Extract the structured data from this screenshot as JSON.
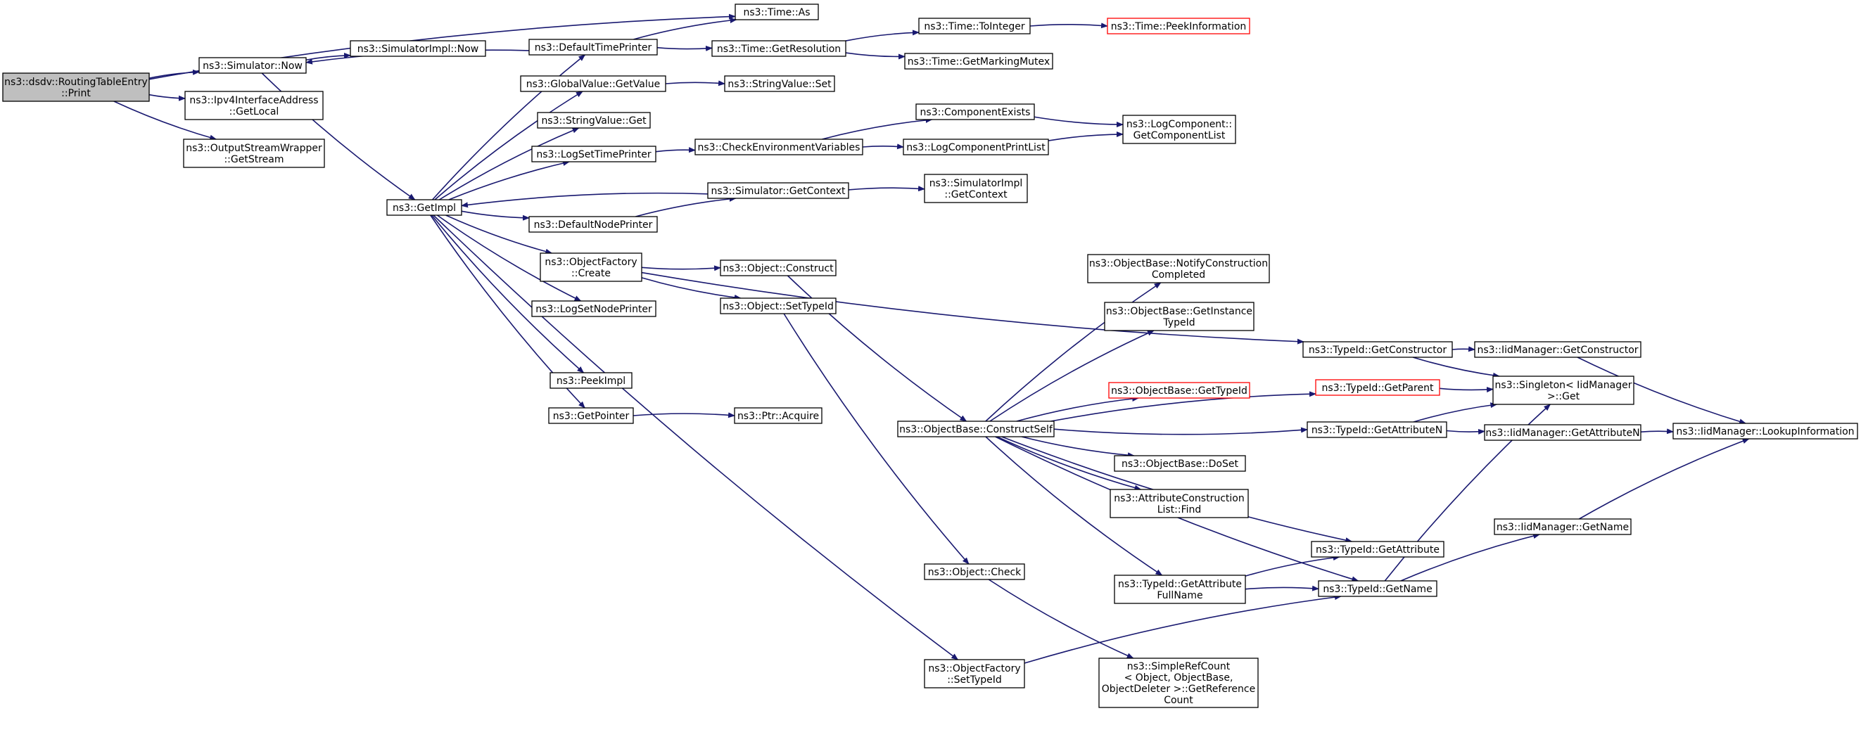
{
  "colors": {
    "edge": "#191970",
    "node_border": "#000000",
    "root_fill": "#bfbfbf",
    "highlight_border": "#ff0000"
  },
  "nodes": [
    {
      "id": "root",
      "lines": [
        "ns3::dsdv::RoutingTableEntry",
        "::Print"
      ],
      "style": "root"
    },
    {
      "id": "sim_now",
      "lines": [
        "ns3::Simulator::Now"
      ],
      "style": "normal"
    },
    {
      "id": "ipv4_getlocal",
      "lines": [
        "ns3::Ipv4InterfaceAddress",
        "::GetLocal"
      ],
      "style": "normal"
    },
    {
      "id": "osw_getstream",
      "lines": [
        "ns3::OutputStreamWrapper",
        "::GetStream"
      ],
      "style": "normal"
    },
    {
      "id": "simimpl_now",
      "lines": [
        "ns3::SimulatorImpl::Now"
      ],
      "style": "normal"
    },
    {
      "id": "getimpl",
      "lines": [
        "ns3::GetImpl"
      ],
      "style": "normal"
    },
    {
      "id": "time_as",
      "lines": [
        "ns3::Time::As"
      ],
      "style": "normal"
    },
    {
      "id": "default_time_printer",
      "lines": [
        "ns3::DefaultTimePrinter"
      ],
      "style": "normal"
    },
    {
      "id": "globalvalue_getvalue",
      "lines": [
        "ns3::GlobalValue::GetValue"
      ],
      "style": "normal"
    },
    {
      "id": "stringvalue_get",
      "lines": [
        "ns3::StringValue::Get"
      ],
      "style": "normal"
    },
    {
      "id": "logsettimeprinter",
      "lines": [
        "ns3::LogSetTimePrinter"
      ],
      "style": "normal"
    },
    {
      "id": "default_node_printer",
      "lines": [
        "ns3::DefaultNodePrinter"
      ],
      "style": "normal"
    },
    {
      "id": "objectfactory_create",
      "lines": [
        "ns3::ObjectFactory",
        "::Create"
      ],
      "style": "normal"
    },
    {
      "id": "logsetnodeprinter",
      "lines": [
        "ns3::LogSetNodePrinter"
      ],
      "style": "normal"
    },
    {
      "id": "peekimpl",
      "lines": [
        "ns3::PeekImpl"
      ],
      "style": "normal"
    },
    {
      "id": "getpointer",
      "lines": [
        "ns3::GetPointer"
      ],
      "style": "normal"
    },
    {
      "id": "time_getresolution",
      "lines": [
        "ns3::Time::GetResolution"
      ],
      "style": "normal"
    },
    {
      "id": "stringvalue_set",
      "lines": [
        "ns3::StringValue::Set"
      ],
      "style": "normal"
    },
    {
      "id": "check_env_vars",
      "lines": [
        "ns3::CheckEnvironmentVariables"
      ],
      "style": "normal"
    },
    {
      "id": "sim_getcontext",
      "lines": [
        "ns3::Simulator::GetContext"
      ],
      "style": "normal"
    },
    {
      "id": "object_construct",
      "lines": [
        "ns3::Object::Construct"
      ],
      "style": "normal"
    },
    {
      "id": "object_settypeid",
      "lines": [
        "ns3::Object::SetTypeId"
      ],
      "style": "normal"
    },
    {
      "id": "ptr_acquire",
      "lines": [
        "ns3::Ptr::Acquire"
      ],
      "style": "normal"
    },
    {
      "id": "time_tointeger",
      "lines": [
        "ns3::Time::ToInteger"
      ],
      "style": "normal"
    },
    {
      "id": "time_getmarkingmutex",
      "lines": [
        "ns3::Time::GetMarkingMutex"
      ],
      "style": "normal"
    },
    {
      "id": "componentexists",
      "lines": [
        "ns3::ComponentExists"
      ],
      "style": "normal"
    },
    {
      "id": "logcomponentprintlist",
      "lines": [
        "ns3::LogComponentPrintList"
      ],
      "style": "normal"
    },
    {
      "id": "simimpl_getcontext",
      "lines": [
        "ns3::SimulatorImpl",
        "::GetContext"
      ],
      "style": "normal"
    },
    {
      "id": "objectbase_constructself",
      "lines": [
        "ns3::ObjectBase::ConstructSelf"
      ],
      "style": "normal"
    },
    {
      "id": "object_check",
      "lines": [
        "ns3::Object::Check"
      ],
      "style": "normal"
    },
    {
      "id": "objectfactory_settypeid",
      "lines": [
        "ns3::ObjectFactory",
        "::SetTypeId"
      ],
      "style": "normal"
    },
    {
      "id": "time_peekinformation",
      "lines": [
        "ns3::Time::PeekInformation"
      ],
      "style": "highlight"
    },
    {
      "id": "logcomponent_getcomponentlist",
      "lines": [
        "ns3::LogComponent::",
        "GetComponentList"
      ],
      "style": "normal"
    },
    {
      "id": "objectbase_notifyconstruction",
      "lines": [
        "ns3::ObjectBase::NotifyConstruction",
        "Completed"
      ],
      "style": "normal"
    },
    {
      "id": "objectbase_getinstancetypeid",
      "lines": [
        "ns3::ObjectBase::GetInstance",
        "TypeId"
      ],
      "style": "normal"
    },
    {
      "id": "objectbase_gettypeid",
      "lines": [
        "ns3::ObjectBase::GetTypeId"
      ],
      "style": "highlight"
    },
    {
      "id": "objectbase_doset",
      "lines": [
        "ns3::ObjectBase::DoSet"
      ],
      "style": "normal"
    },
    {
      "id": "attrconstructionlist_find",
      "lines": [
        "ns3::AttributeConstruction",
        "List::Find"
      ],
      "style": "normal"
    },
    {
      "id": "typeid_getattributefullname",
      "lines": [
        "ns3::TypeId::GetAttribute",
        "FullName"
      ],
      "style": "normal"
    },
    {
      "id": "simplerefcount_getreferencecount",
      "lines": [
        "ns3::SimpleRefCount",
        "< Object, ObjectBase,",
        " ObjectDeleter >::GetReference",
        "Count"
      ],
      "style": "normal"
    },
    {
      "id": "typeid_getconstructor",
      "lines": [
        "ns3::TypeId::GetConstructor"
      ],
      "style": "normal"
    },
    {
      "id": "typeid_getparent",
      "lines": [
        "ns3::TypeId::GetParent"
      ],
      "style": "highlight"
    },
    {
      "id": "typeid_getattributen",
      "lines": [
        "ns3::TypeId::GetAttributeN"
      ],
      "style": "normal"
    },
    {
      "id": "typeid_getattribute",
      "lines": [
        "ns3::TypeId::GetAttribute"
      ],
      "style": "normal"
    },
    {
      "id": "typeid_getname",
      "lines": [
        "ns3::TypeId::GetName"
      ],
      "style": "normal"
    },
    {
      "id": "iidmanager_getconstructor",
      "lines": [
        "ns3::IidManager::GetConstructor"
      ],
      "style": "normal"
    },
    {
      "id": "singleton_get",
      "lines": [
        "ns3::Singleton< IidManager",
        " >::Get"
      ],
      "style": "normal"
    },
    {
      "id": "iidmanager_getattributen",
      "lines": [
        "ns3::IidManager::GetAttributeN"
      ],
      "style": "normal"
    },
    {
      "id": "iidmanager_getname",
      "lines": [
        "ns3::IidManager::GetName"
      ],
      "style": "normal"
    },
    {
      "id": "iidmanager_lookupinformation",
      "lines": [
        "ns3::IidManager::LookupInformation"
      ],
      "style": "normal"
    }
  ],
  "edges": [
    [
      "root",
      "sim_now"
    ],
    [
      "root",
      "ipv4_getlocal"
    ],
    [
      "root",
      "osw_getstream"
    ],
    [
      "root",
      "time_as"
    ],
    [
      "sim_now",
      "simimpl_now"
    ],
    [
      "sim_now",
      "getimpl"
    ],
    [
      "default_time_printer",
      "sim_now"
    ],
    [
      "default_time_printer",
      "time_as"
    ],
    [
      "default_time_printer",
      "time_getresolution"
    ],
    [
      "getimpl",
      "default_time_printer"
    ],
    [
      "getimpl",
      "globalvalue_getvalue"
    ],
    [
      "getimpl",
      "stringvalue_get"
    ],
    [
      "getimpl",
      "logsettimeprinter"
    ],
    [
      "getimpl",
      "default_node_printer"
    ],
    [
      "getimpl",
      "objectfactory_create"
    ],
    [
      "getimpl",
      "logsetnodeprinter"
    ],
    [
      "getimpl",
      "peekimpl"
    ],
    [
      "getimpl",
      "getpointer"
    ],
    [
      "getimpl",
      "objectfactory_settypeid"
    ],
    [
      "globalvalue_getvalue",
      "stringvalue_set"
    ],
    [
      "logsettimeprinter",
      "check_env_vars"
    ],
    [
      "default_node_printer",
      "sim_getcontext"
    ],
    [
      "sim_getcontext",
      "getimpl"
    ],
    [
      "sim_getcontext",
      "simimpl_getcontext"
    ],
    [
      "objectfactory_create",
      "object_construct"
    ],
    [
      "objectfactory_create",
      "object_settypeid"
    ],
    [
      "objectfactory_create",
      "typeid_getconstructor"
    ],
    [
      "getpointer",
      "ptr_acquire"
    ],
    [
      "time_getresolution",
      "time_tointeger"
    ],
    [
      "time_getresolution",
      "time_getmarkingmutex"
    ],
    [
      "time_tointeger",
      "time_peekinformation"
    ],
    [
      "check_env_vars",
      "componentexists"
    ],
    [
      "check_env_vars",
      "logcomponentprintlist"
    ],
    [
      "componentexists",
      "logcomponent_getcomponentlist"
    ],
    [
      "logcomponentprintlist",
      "logcomponent_getcomponentlist"
    ],
    [
      "object_construct",
      "objectbase_constructself"
    ],
    [
      "object_settypeid",
      "object_check"
    ],
    [
      "object_check",
      "simplerefcount_getreferencecount"
    ],
    [
      "objectbase_constructself",
      "objectbase_notifyconstruction"
    ],
    [
      "objectbase_constructself",
      "objectbase_getinstancetypeid"
    ],
    [
      "objectbase_constructself",
      "typeid_getparent"
    ],
    [
      "objectbase_constructself",
      "objectbase_gettypeid"
    ],
    [
      "objectbase_constructself",
      "typeid_getattributen"
    ],
    [
      "objectbase_constructself",
      "objectbase_doset"
    ],
    [
      "objectbase_constructself",
      "attrconstructionlist_find"
    ],
    [
      "objectbase_constructself",
      "typeid_getattribute"
    ],
    [
      "objectbase_constructself",
      "typeid_getattributefullname"
    ],
    [
      "objectbase_constructself",
      "typeid_getname"
    ],
    [
      "typeid_getattributefullname",
      "typeid_getattribute"
    ],
    [
      "typeid_getattributefullname",
      "typeid_getname"
    ],
    [
      "objectfactory_settypeid",
      "typeid_getname"
    ],
    [
      "typeid_getconstructor",
      "iidmanager_getconstructor"
    ],
    [
      "typeid_getconstructor",
      "singleton_get"
    ],
    [
      "typeid_getparent",
      "singleton_get"
    ],
    [
      "typeid_getattributen",
      "singleton_get"
    ],
    [
      "typeid_getattributen",
      "iidmanager_getattributen"
    ],
    [
      "typeid_getname",
      "singleton_get"
    ],
    [
      "typeid_getname",
      "iidmanager_getname"
    ],
    [
      "iidmanager_getconstructor",
      "iidmanager_lookupinformation"
    ],
    [
      "iidmanager_getattributen",
      "iidmanager_lookupinformation"
    ],
    [
      "iidmanager_getname",
      "iidmanager_lookupinformation"
    ]
  ]
}
